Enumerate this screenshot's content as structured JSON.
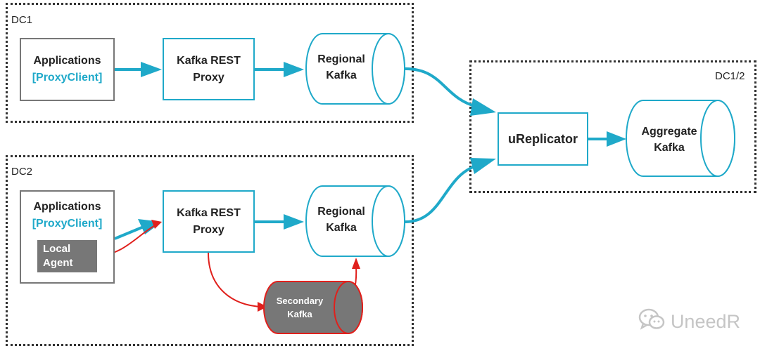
{
  "zones": {
    "dc1": "DC1",
    "dc2": "DC2",
    "dc12": "DC1/2"
  },
  "dc1": {
    "applications": {
      "title": "Applications",
      "subtitle": "[ProxyClient]"
    },
    "proxy": {
      "line1": "Kafka REST",
      "line2": "Proxy"
    },
    "regional": {
      "line1": "Regional",
      "line2": "Kafka"
    }
  },
  "dc2": {
    "applications": {
      "title": "Applications",
      "subtitle": "[ProxyClient]"
    },
    "agent": {
      "line1": "Local",
      "line2": "Agent"
    },
    "proxy": {
      "line1": "Kafka REST",
      "line2": "Proxy"
    },
    "regional": {
      "line1": "Regional",
      "line2": "Kafka"
    },
    "secondary": {
      "line1": "Secondary",
      "line2": "Kafka"
    }
  },
  "center": {
    "replicator": "uReplicator",
    "aggregate": {
      "line1": "Aggregate",
      "line2": "Kafka"
    }
  },
  "watermark": {
    "text": "UneedR",
    "icon": "wechat-icon"
  },
  "colors": {
    "teal": "#1fa9c9",
    "red": "#e0201c",
    "gray": "#777777"
  }
}
